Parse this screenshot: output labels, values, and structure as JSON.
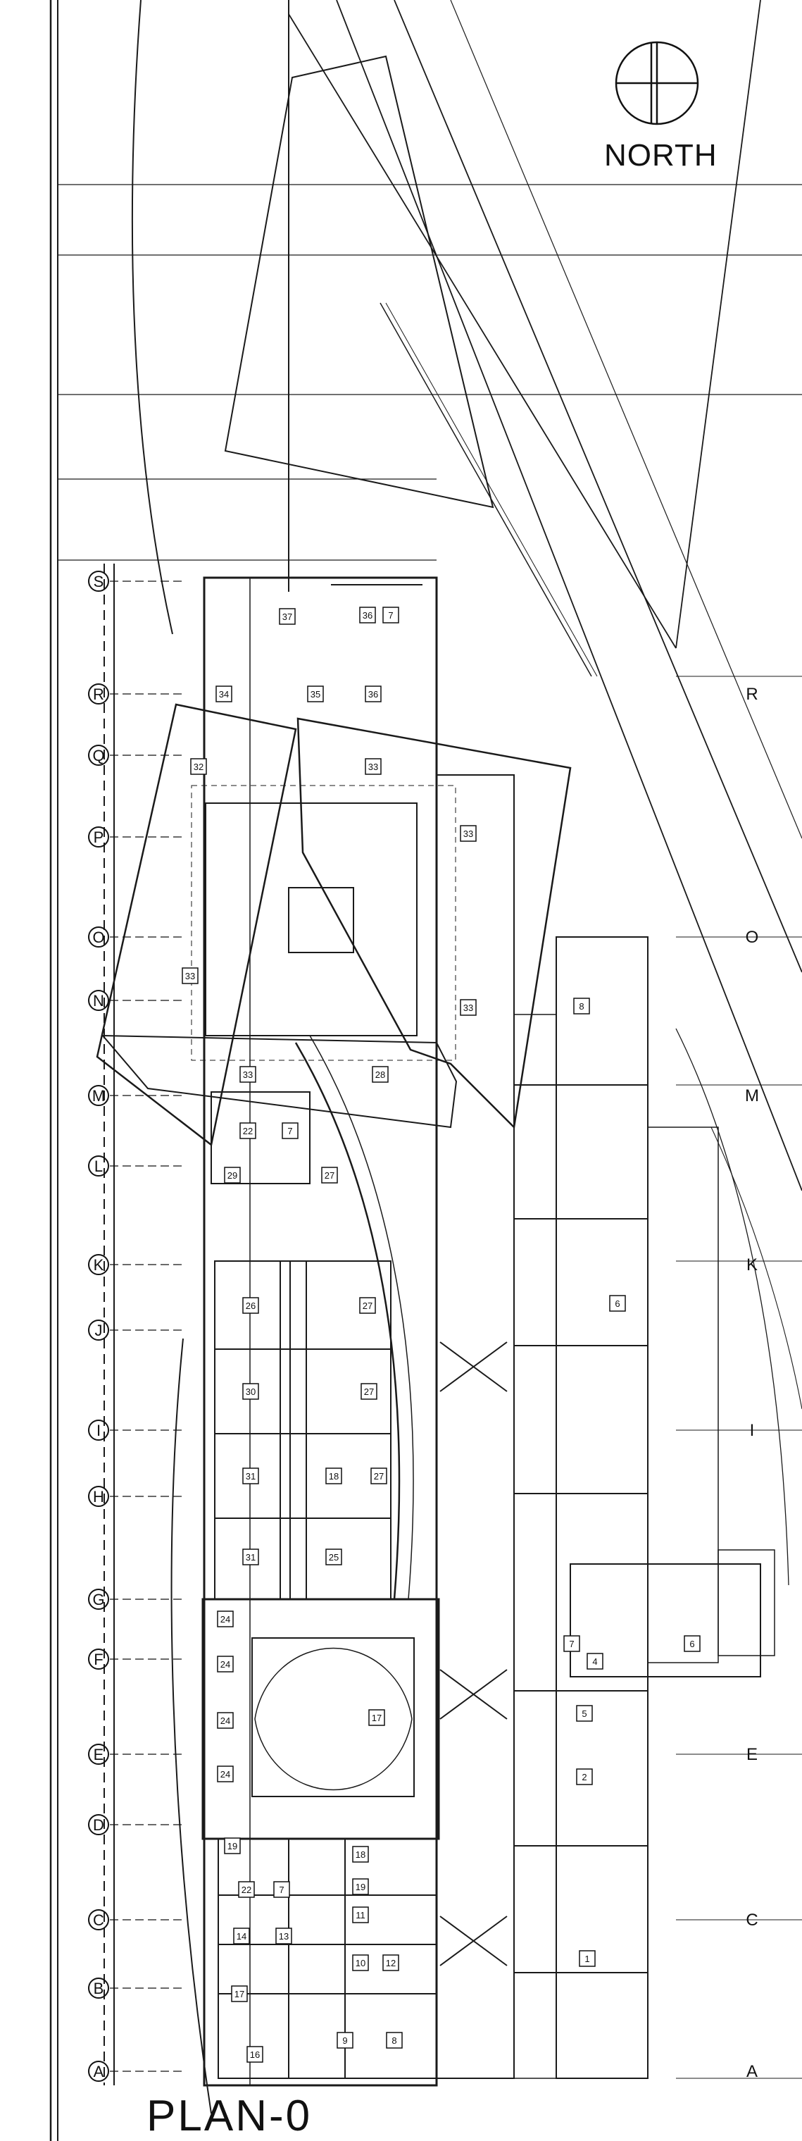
{
  "compass": {
    "label": "NORTH"
  },
  "title": "PLAN-0",
  "grid_left": [
    "S",
    "R",
    "Q",
    "P",
    "O",
    "N",
    "M",
    "L",
    "K",
    "J",
    "I",
    "H",
    "G",
    "F",
    "E",
    "D",
    "C",
    "B",
    "A"
  ],
  "grid_right": [
    "R",
    "O",
    "M",
    "K",
    "I",
    "E",
    "C",
    "A"
  ],
  "rooms": [
    "37",
    "36",
    "7",
    "35",
    "36",
    "34",
    "32",
    "33",
    "33",
    "33",
    "33",
    "33",
    "28",
    "22",
    "7",
    "29",
    "27",
    "26",
    "27",
    "30",
    "27",
    "31",
    "18",
    "27",
    "31",
    "25",
    "24",
    "24",
    "17",
    "24",
    "24",
    "19",
    "18",
    "22",
    "7",
    "19",
    "14",
    "13",
    "11",
    "10",
    "12",
    "17",
    "16",
    "9",
    "8",
    "8",
    "6",
    "7",
    "4",
    "6",
    "5",
    "2",
    "1"
  ]
}
